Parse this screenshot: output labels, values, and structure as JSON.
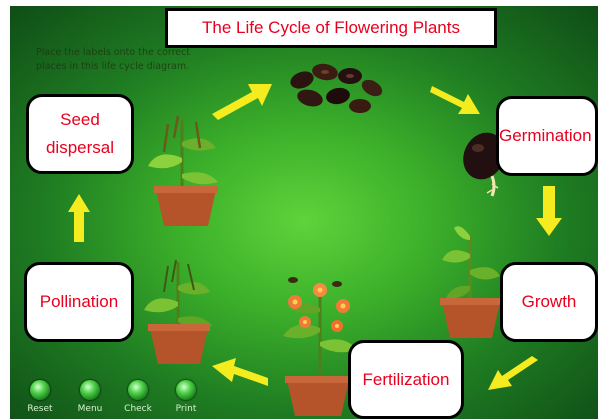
{
  "title": "The Life Cycle of Flowering Plants",
  "instructions": [
    "Place the labels onto the correct",
    "places in this life cycle diagram."
  ],
  "labels": {
    "seed_dispersal_line1": "Seed",
    "seed_dispersal_line2": "dispersal",
    "germination": "Germination",
    "growth": "Growth",
    "fertilization": "Fertilization",
    "pollination": "Pollination"
  },
  "buttons": {
    "reset": "Reset",
    "menu": "Menu",
    "check": "Check",
    "print": "Print"
  },
  "colors": {
    "label_text": "#e8001e",
    "arrow": "#f4ec1f",
    "background_center": "#5fd33a",
    "background_edge": "#0f4d17"
  }
}
